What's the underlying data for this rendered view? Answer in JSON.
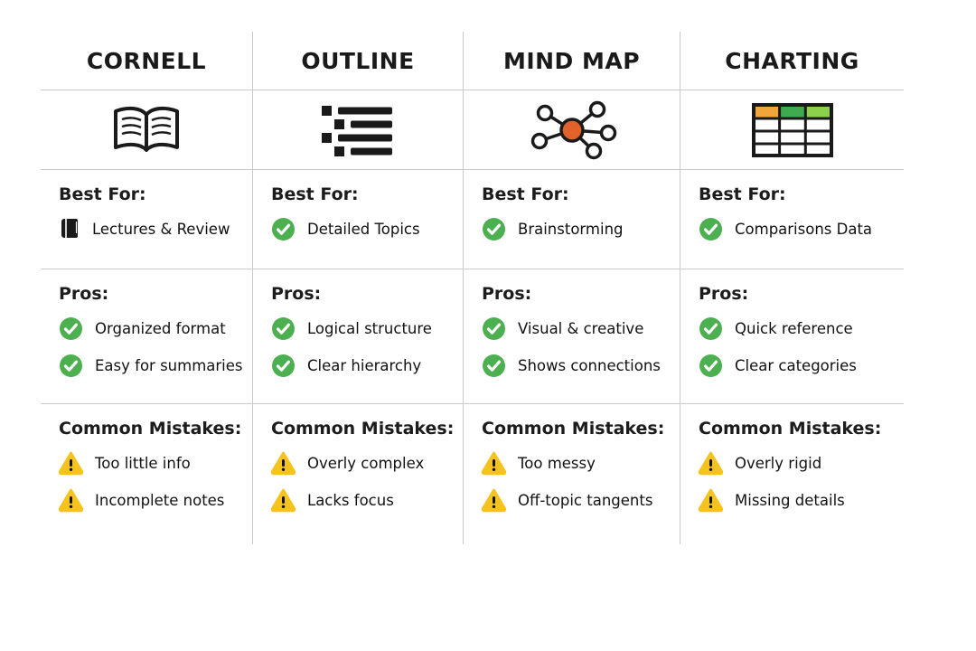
{
  "colors": {
    "ink": "#1a1a1a",
    "line-gray": "#c9c9c9",
    "check-green": "#4caf50",
    "warn-yellow": "#f6c21e",
    "node-orange": "#e2622b",
    "chart-c1": "#f2a53a",
    "chart-c2": "#3faa4f",
    "chart-c3": "#8bd14e"
  },
  "columns": [
    {
      "title": "CORNELL",
      "icon": "open-book-icon",
      "best_for_label": "Best For:",
      "best_for": [
        {
          "icon": "book-icon",
          "text": "Lectures & Review"
        }
      ],
      "pros_label": "Pros:",
      "pros": [
        "Organized format",
        "Easy for summaries"
      ],
      "mistakes_label": "Common Mistakes:",
      "mistakes": [
        "Too little info",
        "Incomplete notes"
      ]
    },
    {
      "title": "OUTLINE",
      "icon": "bullet-list-icon",
      "best_for_label": "Best For:",
      "best_for": [
        {
          "icon": "check-icon",
          "text": "Detailed Topics"
        }
      ],
      "pros_label": "Pros:",
      "pros": [
        "Logical structure",
        "Clear hierarchy"
      ],
      "mistakes_label": "Common Mistakes:",
      "mistakes": [
        "Overly complex",
        "Lacks focus"
      ]
    },
    {
      "title": "MIND MAP",
      "icon": "mind-map-icon",
      "best_for_label": "Best For:",
      "best_for": [
        {
          "icon": "check-icon",
          "text": "Brainstorming"
        }
      ],
      "pros_label": "Pros:",
      "pros": [
        "Visual & creative",
        "Shows connections"
      ],
      "mistakes_label": "Common Mistakes:",
      "mistakes": [
        "Too messy",
        "Off-topic tangents"
      ]
    },
    {
      "title": "CHARTING",
      "icon": "chart-table-icon",
      "best_for_label": "Best For:",
      "best_for": [
        {
          "icon": "check-icon",
          "text": "Comparisons Data"
        }
      ],
      "pros_label": "Pros:",
      "pros": [
        "Quick reference",
        "Clear categories"
      ],
      "mistakes_label": "Common Mistakes:",
      "mistakes": [
        "Overly rigid",
        "Missing details"
      ]
    }
  ]
}
